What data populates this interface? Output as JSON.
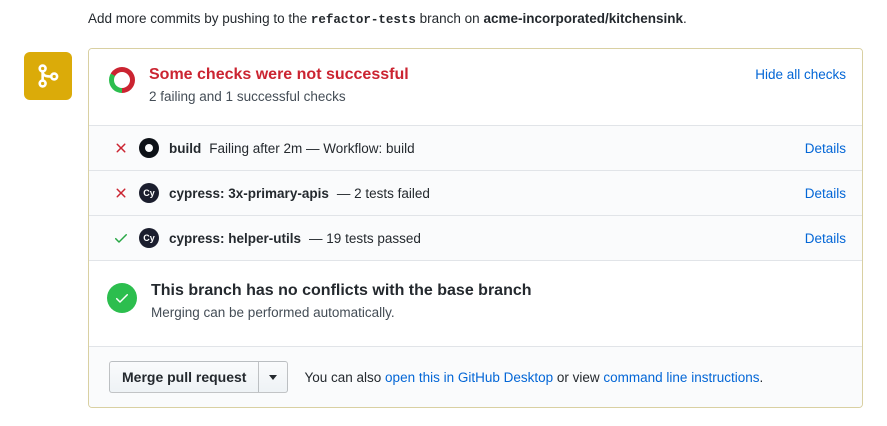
{
  "push_hint": {
    "prefix": "Add more commits by pushing to the ",
    "branch": "refactor-tests",
    "middle": " branch on ",
    "repo": "acme-incorporated/kitchensink",
    "suffix": "."
  },
  "checks_summary": {
    "title": "Some checks were not successful",
    "subtitle": "2 failing and 1 successful checks",
    "hide_link_label": "Hide all checks"
  },
  "checks": [
    {
      "status": "fail",
      "ci": "circleci",
      "name": "build",
      "description": "Failing after 2m — Workflow: build",
      "details_label": "Details"
    },
    {
      "status": "fail",
      "ci": "cypress",
      "name": "cypress: 3x-primary-apis",
      "description": "— 2 tests failed",
      "details_label": "Details"
    },
    {
      "status": "pass",
      "ci": "cypress",
      "name": "cypress: helper-utils",
      "description": "— 19 tests passed",
      "details_label": "Details"
    }
  ],
  "merge_status": {
    "title": "This branch has no conflicts with the base branch",
    "subtitle": "Merging can be performed automatically."
  },
  "merge_actions": {
    "button_label": "Merge pull request",
    "also_prefix": "You can also ",
    "desktop_link_label": "open this in GitHub Desktop",
    "also_middle": " or view ",
    "cli_link_label": "command line instructions",
    "also_suffix": "."
  },
  "icons": {
    "cypress_glyph": "Cy"
  },
  "colors": {
    "link": "#0366d6",
    "danger": "#cb2431",
    "success": "#2cbe4e",
    "badge_yellow": "#dbab09",
    "box_border": "#d9d0a2"
  }
}
